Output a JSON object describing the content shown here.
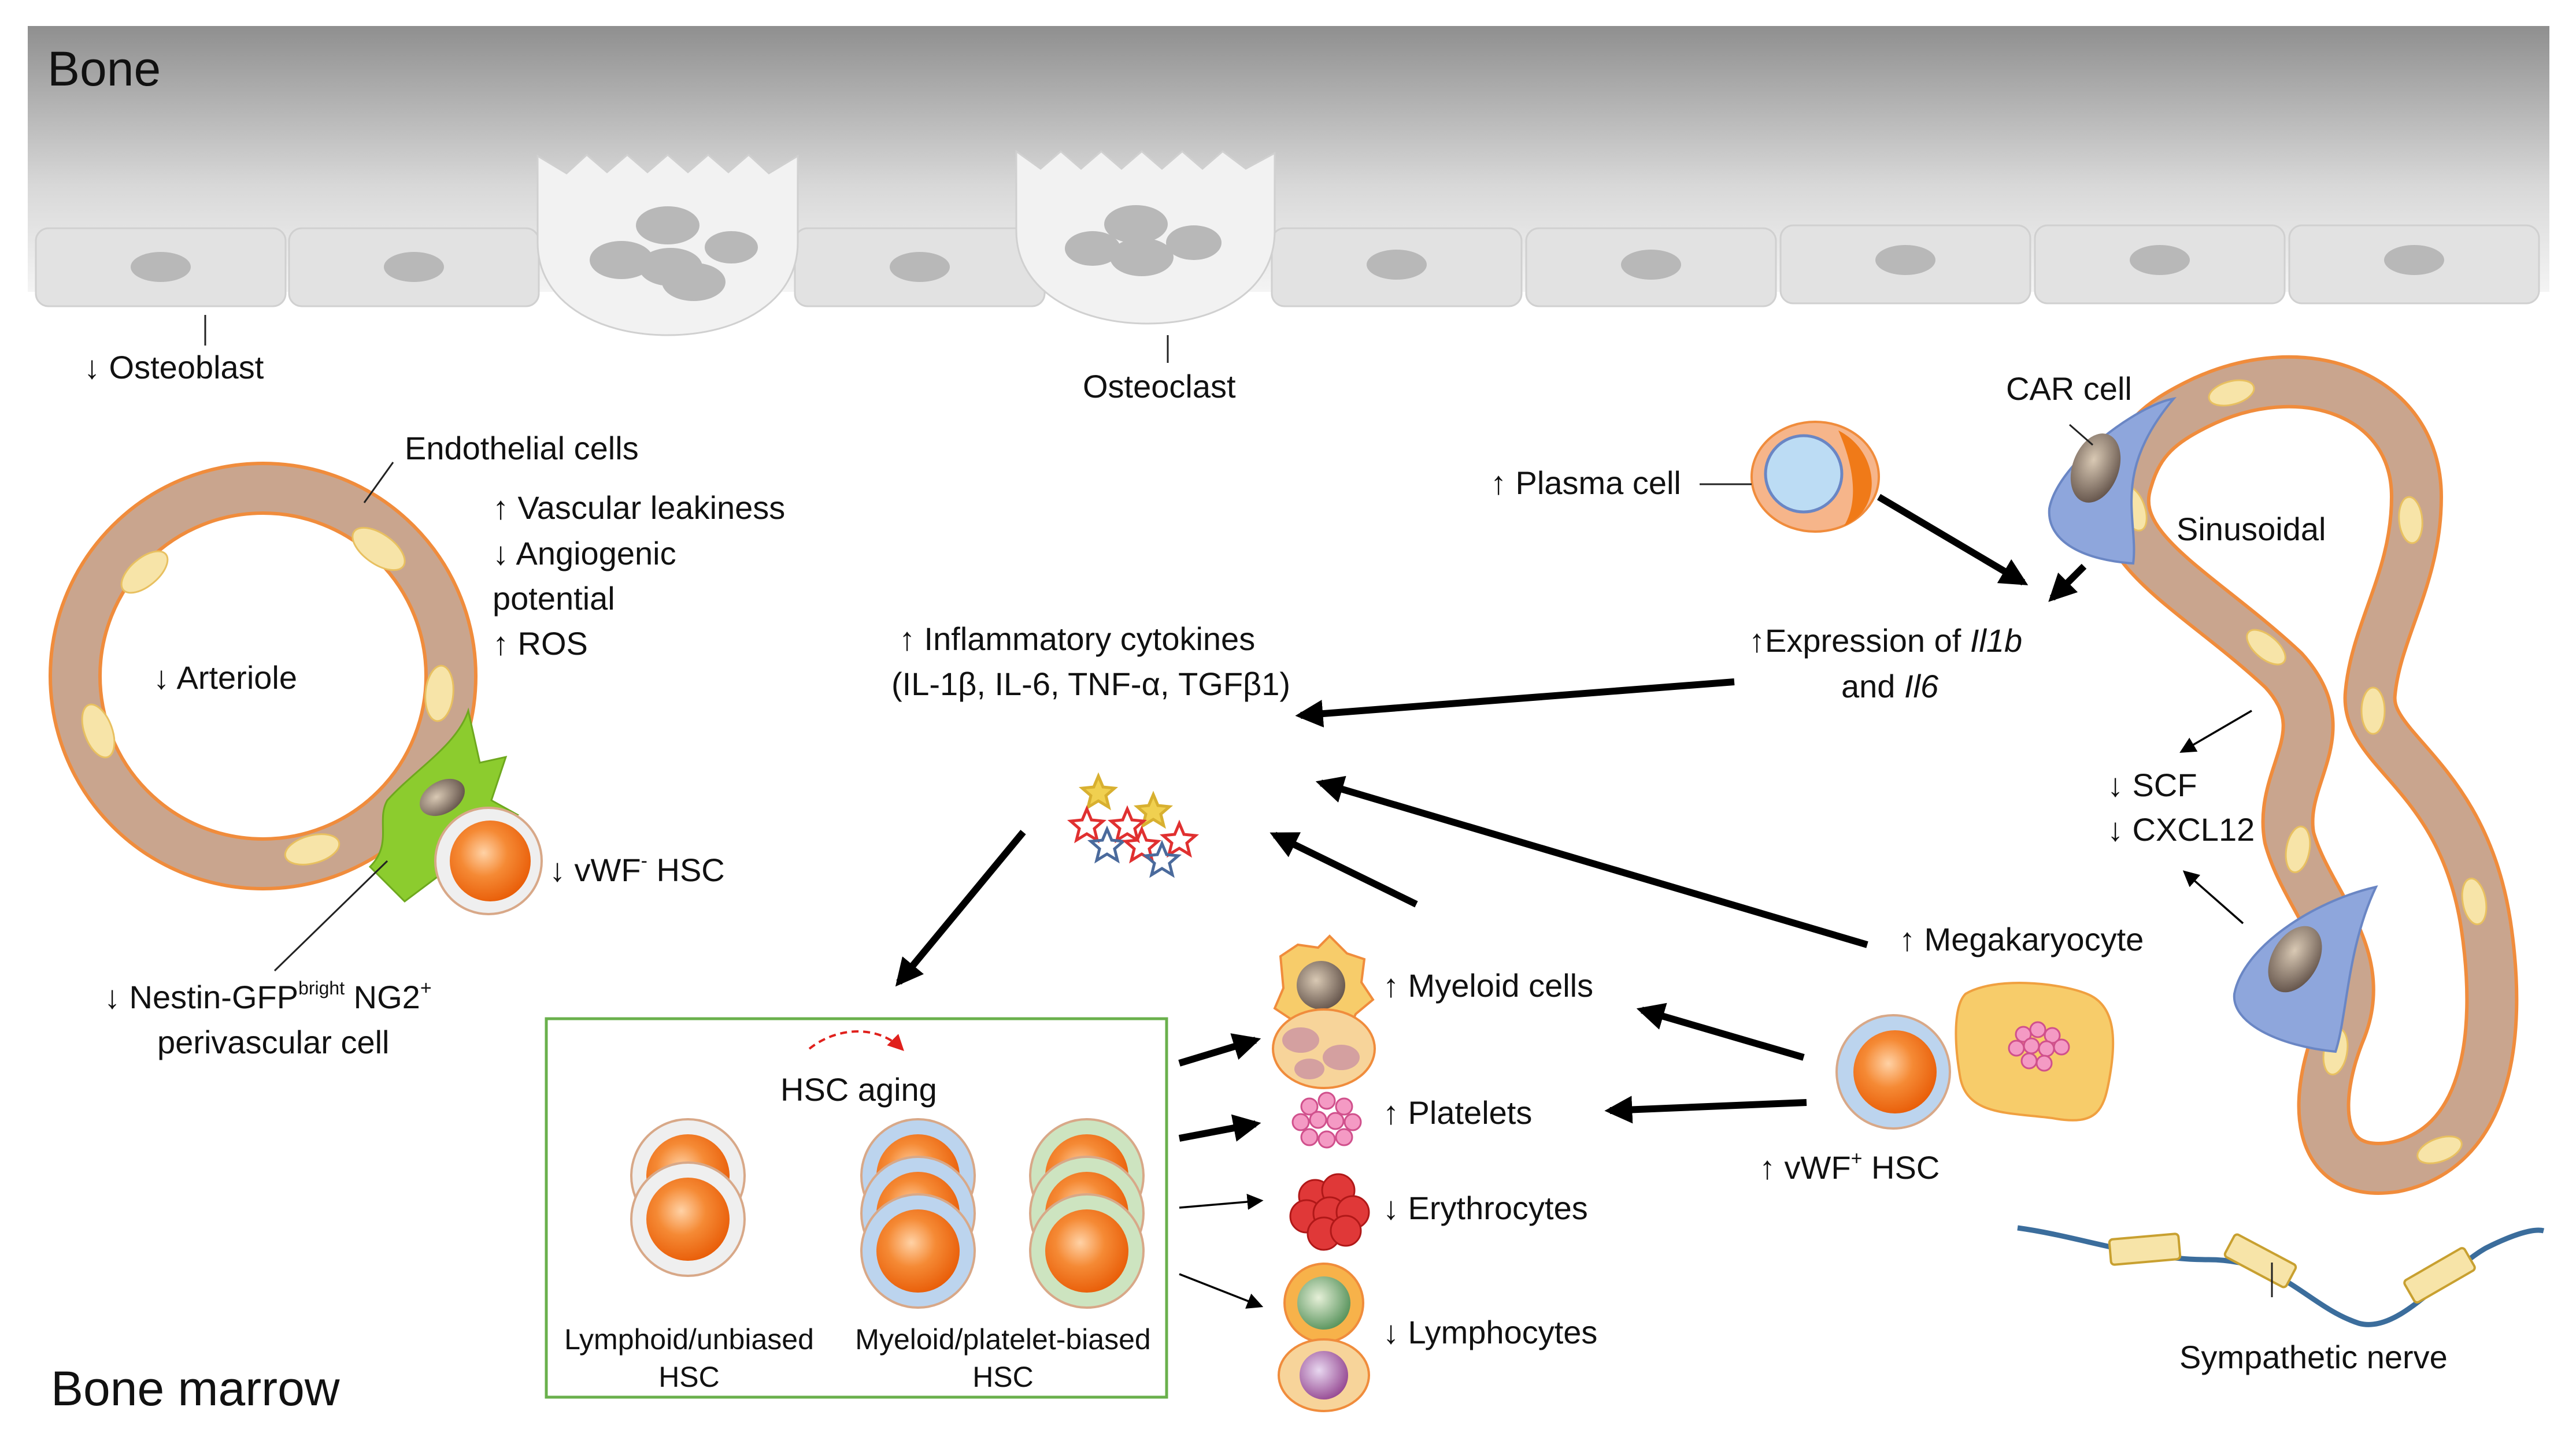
{
  "diagram": {
    "region_bone": "Bone",
    "region_marrow": "Bone marrow",
    "osteoblast": "↓ Osteoblast",
    "osteoclast": "Osteoclast",
    "endothelial": "Endothelial cells",
    "vascular_leakiness": "↑ Vascular leakiness",
    "angiogenic_1": "↓ Angiogenic",
    "angiogenic_2": "potential",
    "ros": "↑ ROS",
    "arteriole": "↓ Arteriole",
    "vwf_neg_hsc_pre": "↓ vWF",
    "vwf_neg_sup": "-",
    "vwf_neg_hsc_post": " HSC",
    "nestin_1_pre": "↓ Nestin-GFP",
    "nestin_1_sup": "bright",
    "nestin_1_mid": " NG2",
    "nestin_1_sup2": "+",
    "nestin_2": "perivascular cell",
    "inflam_1": "↑ Inflammatory cytokines",
    "inflam_2": "(IL-1β, IL-6, TNF-α, TGFβ1)",
    "plasma_cell": "↑ Plasma cell",
    "car_cell": "CAR cell",
    "sinusoidal": "Sinusoidal",
    "expr_1_pre": "↑Expression of ",
    "expr_1_gene": "Il1b",
    "expr_2_pre": "and ",
    "expr_2_gene": "Il6",
    "scf": "↓ SCF",
    "cxcl12": "↓ CXCL12",
    "megakaryocyte": "↑ Megakaryocyte",
    "vwf_pos_hsc_pre": "↑ vWF",
    "vwf_pos_sup": "+",
    "vwf_pos_hsc_post": " HSC",
    "myeloid_cells": "↑ Myeloid cells",
    "platelets": "↑ Platelets",
    "erythrocytes": "↓ Erythrocytes",
    "lymphocytes": "↓ Lymphocytes",
    "hsc_aging": "HSC aging",
    "lymphoid_1": "Lymphoid/unbiased",
    "lymphoid_2": "HSC",
    "myeloid_biased_1": "Myeloid/platelet-biased",
    "myeloid_biased_2": "HSC",
    "sympathetic_nerve": "Sympathetic nerve"
  },
  "colors": {
    "bone_gradient_top": "#8f8f8f",
    "lining_cell": "#e2e2e2",
    "vessel_wall": "#c9a58e",
    "vessel_outline": "#f08c3c",
    "hsc_orange": "#f06a10",
    "car_cell_blue": "#8ea6dc",
    "perivascular_green": "#8ccc2e",
    "megakaryocyte_yellow": "#f7cc6a",
    "nerve_blue": "#3b6d9c",
    "aging_box_border": "#6ab04c"
  }
}
